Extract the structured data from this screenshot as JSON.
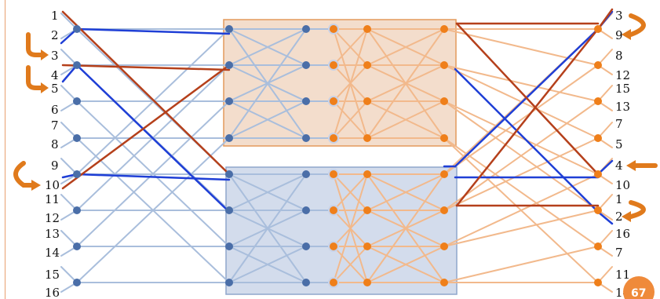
{
  "left_labels": [
    "1",
    "2",
    "3",
    "4",
    "5",
    "6",
    "7",
    "8",
    "9",
    "10",
    "11",
    "12",
    "13",
    "14",
    "15",
    "16"
  ],
  "right_labels": [
    "3",
    "9",
    "8",
    "12",
    "15",
    "13",
    "7",
    "5",
    "4",
    "10",
    "1",
    "2",
    "16",
    "7",
    "11",
    "14"
  ],
  "page_number": "67",
  "colors": {
    "light_blue": "#a9bedc",
    "blue": "#1f3fd6",
    "red": "#b5401b",
    "light_orange": "#f2b98c",
    "orange_node": "#ef7f1a",
    "blue_node": "#4a6ea8",
    "top_box_fill": "#f3ddcc",
    "bottom_box_fill": "#d3dcec"
  },
  "icons": {
    "swap_arrow": "curved-arrow-icon"
  }
}
